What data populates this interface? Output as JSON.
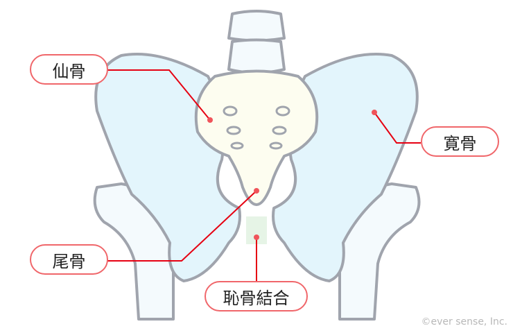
{
  "labels": {
    "sacrum": "仙骨",
    "hip_bone": "寛骨",
    "coccyx": "尾骨",
    "pubic_symphysis": "恥骨結合"
  },
  "copyright": "©ever sense, Inc.",
  "colors": {
    "leader_line": "#e60012",
    "pill_border": "#f0666a",
    "hip_bone_fill": "#e3f5fc",
    "sacrum_fill": "#fdfdf0",
    "bone_outline": "#a0a4ad"
  }
}
